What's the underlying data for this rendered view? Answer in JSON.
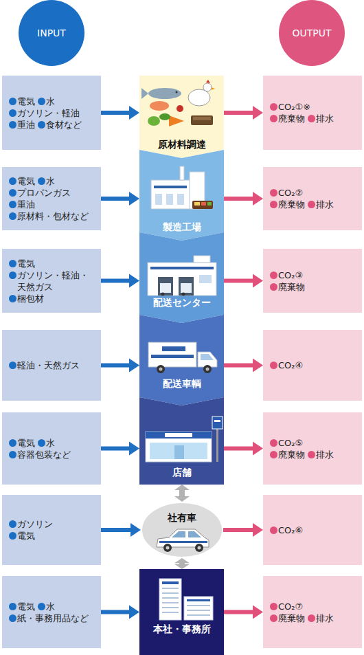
{
  "diagram": {
    "nodes": [
      {
        "text": [
          "INPUT"
        ]
      },
      {
        "text": [
          "OUTPUT"
        ]
      },
      {
        "text": [
          "電気",
          "水",
          "ガソリン・軽油",
          "重油",
          "食材など"
        ]
      },
      {
        "text": [
          "原材料調達"
        ]
      },
      {
        "text": [
          "CO₂①※",
          "廃棄物",
          "排水"
        ]
      },
      {
        "text": [
          "電気",
          "水",
          "プロパンガス",
          "重油",
          "原材料・包材など"
        ]
      },
      {
        "text": [
          "製造工場"
        ]
      },
      {
        "text": [
          "CO₂②",
          "廃棄物",
          "排水"
        ]
      },
      {
        "text": [
          "電気",
          "ガソリン・軽油・天然ガス",
          "梱包材"
        ]
      },
      {
        "text": [
          "配送センター"
        ]
      },
      {
        "text": [
          "CO₂③",
          "廃棄物"
        ]
      },
      {
        "text": [
          "軽油・天然ガス"
        ]
      },
      {
        "text": [
          "配送車輌"
        ]
      },
      {
        "text": [
          "CO₂④"
        ]
      },
      {
        "text": [
          "電気",
          "水",
          "容器包装など"
        ]
      },
      {
        "text": [
          "店舗"
        ]
      },
      {
        "text": [
          "CO₂⑤",
          "廃棄物",
          "排水"
        ]
      },
      {
        "text": [
          "ガソリン",
          "電気"
        ]
      },
      {
        "text": [
          "社有車"
        ]
      },
      {
        "text": [
          "CO₂⑥"
        ]
      },
      {
        "text": [
          "電気",
          "水",
          "紙・事務用品など"
        ]
      },
      {
        "text": [
          "本社・事務所"
        ]
      },
      {
        "text": [
          "CO₂⑦",
          "廃棄物",
          "排水"
        ]
      }
    ],
    "edges": [
      {
        "from": 2,
        "to": 3,
        "arrow": "to"
      },
      {
        "from": 3,
        "to": 4,
        "arrow": "to"
      },
      {
        "from": 5,
        "to": 6,
        "arrow": "to"
      },
      {
        "from": 6,
        "to": 7,
        "arrow": "to"
      },
      {
        "from": 8,
        "to": 9,
        "arrow": "to"
      },
      {
        "from": 9,
        "to": 10,
        "arrow": "to"
      },
      {
        "from": 11,
        "to": 12,
        "arrow": "to"
      },
      {
        "from": 12,
        "to": 13,
        "arrow": "to"
      },
      {
        "from": 14,
        "to": 15,
        "arrow": "to"
      },
      {
        "from": 15,
        "to": 16,
        "arrow": "to"
      },
      {
        "from": 17,
        "to": 18,
        "arrow": "to"
      },
      {
        "from": 18,
        "to": 19,
        "arrow": "to"
      },
      {
        "from": 20,
        "to": 21,
        "arrow": "to"
      },
      {
        "from": 21,
        "to": 22,
        "arrow": "to"
      },
      {
        "from": 15,
        "to": 18,
        "arrow": "both"
      },
      {
        "from": 18,
        "to": 21,
        "arrow": "both"
      }
    ]
  }
}
